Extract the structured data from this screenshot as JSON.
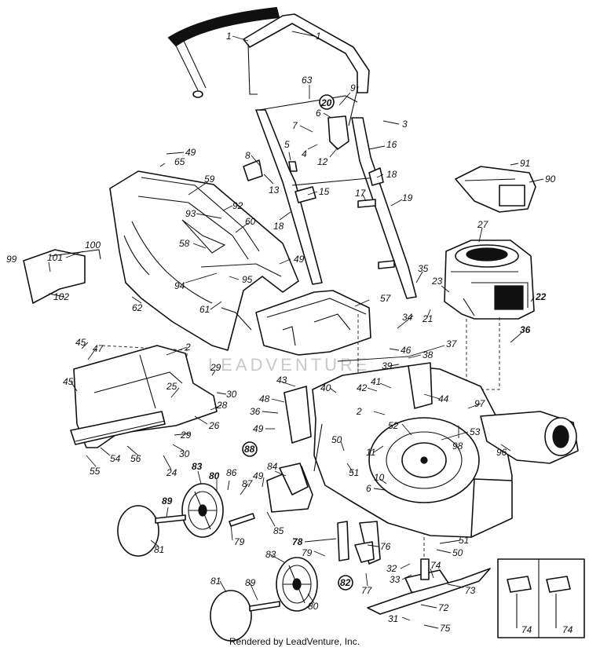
{
  "footer": {
    "text": "Rendered by LeadVenture, Inc."
  },
  "watermark": {
    "text": "LEADVENTURE"
  },
  "callouts": [
    {
      "id": "c-1a",
      "text": "1"
    },
    {
      "id": "c-1b",
      "text": "1"
    },
    {
      "id": "c-63",
      "text": "63"
    },
    {
      "id": "c-9",
      "text": "9"
    },
    {
      "id": "c-20",
      "text": "20"
    },
    {
      "id": "c-6a",
      "text": "6"
    },
    {
      "id": "c-3",
      "text": "3"
    },
    {
      "id": "c-7",
      "text": "7"
    },
    {
      "id": "c-4",
      "text": "4"
    },
    {
      "id": "c-12",
      "text": "12"
    },
    {
      "id": "c-16",
      "text": "16"
    },
    {
      "id": "c-49a",
      "text": "49"
    },
    {
      "id": "c-65",
      "text": "65"
    },
    {
      "id": "c-8",
      "text": "8"
    },
    {
      "id": "c-5",
      "text": "5"
    },
    {
      "id": "c-13",
      "text": "13"
    },
    {
      "id": "c-18a",
      "text": "18"
    },
    {
      "id": "c-91",
      "text": "91"
    },
    {
      "id": "c-90",
      "text": "90"
    },
    {
      "id": "c-59",
      "text": "59"
    },
    {
      "id": "c-15",
      "text": "15"
    },
    {
      "id": "c-17",
      "text": "17"
    },
    {
      "id": "c-19",
      "text": "19"
    },
    {
      "id": "c-92",
      "text": "92"
    },
    {
      "id": "c-93",
      "text": "93"
    },
    {
      "id": "c-18b",
      "text": "18"
    },
    {
      "id": "c-60",
      "text": "60"
    },
    {
      "id": "c-27",
      "text": "27"
    },
    {
      "id": "c-99",
      "text": "99"
    },
    {
      "id": "c-100",
      "text": "100"
    },
    {
      "id": "c-101",
      "text": "101"
    },
    {
      "id": "c-58",
      "text": "58"
    },
    {
      "id": "c-49b",
      "text": "49"
    },
    {
      "id": "c-94",
      "text": "94"
    },
    {
      "id": "c-95",
      "text": "95"
    },
    {
      "id": "c-102",
      "text": "102"
    },
    {
      "id": "c-35",
      "text": "35"
    },
    {
      "id": "c-23",
      "text": "23"
    },
    {
      "id": "c-22",
      "text": "22"
    },
    {
      "id": "c-62",
      "text": "62"
    },
    {
      "id": "c-61",
      "text": "61"
    },
    {
      "id": "c-57",
      "text": "57"
    },
    {
      "id": "c-21",
      "text": "21"
    },
    {
      "id": "c-34",
      "text": "34"
    },
    {
      "id": "c-36a",
      "text": "36"
    },
    {
      "id": "c-45a",
      "text": "45"
    },
    {
      "id": "c-47",
      "text": "47"
    },
    {
      "id": "c-2a",
      "text": "2"
    },
    {
      "id": "c-46",
      "text": "46"
    },
    {
      "id": "c-37",
      "text": "37"
    },
    {
      "id": "c-38",
      "text": "38"
    },
    {
      "id": "c-39",
      "text": "39"
    },
    {
      "id": "c-29a",
      "text": "29"
    },
    {
      "id": "c-30a",
      "text": "30"
    },
    {
      "id": "c-45b",
      "text": "45"
    },
    {
      "id": "c-25",
      "text": "25"
    },
    {
      "id": "c-43",
      "text": "43"
    },
    {
      "id": "c-40",
      "text": "40"
    },
    {
      "id": "c-42",
      "text": "42"
    },
    {
      "id": "c-41",
      "text": "41"
    },
    {
      "id": "c-44",
      "text": "44"
    },
    {
      "id": "c-48",
      "text": "48"
    },
    {
      "id": "c-28",
      "text": "28"
    },
    {
      "id": "c-97",
      "text": "97"
    },
    {
      "id": "c-36b",
      "text": "36"
    },
    {
      "id": "c-2b",
      "text": "2"
    },
    {
      "id": "c-26",
      "text": "26"
    },
    {
      "id": "c-49c",
      "text": "49"
    },
    {
      "id": "c-52",
      "text": "52"
    },
    {
      "id": "c-53",
      "text": "53"
    },
    {
      "id": "c-29b",
      "text": "29"
    },
    {
      "id": "c-50a",
      "text": "50"
    },
    {
      "id": "c-98",
      "text": "98"
    },
    {
      "id": "c-88",
      "text": "88"
    },
    {
      "id": "c-11",
      "text": "11"
    },
    {
      "id": "c-96",
      "text": "96"
    },
    {
      "id": "c-54",
      "text": "54"
    },
    {
      "id": "c-56",
      "text": "56"
    },
    {
      "id": "c-30b",
      "text": "30"
    },
    {
      "id": "c-55",
      "text": "55"
    },
    {
      "id": "c-24",
      "text": "24"
    },
    {
      "id": "c-83a",
      "text": "83"
    },
    {
      "id": "c-84",
      "text": "84"
    },
    {
      "id": "c-51a",
      "text": "51"
    },
    {
      "id": "c-49d",
      "text": "49"
    },
    {
      "id": "c-86",
      "text": "86"
    },
    {
      "id": "c-80a",
      "text": "80"
    },
    {
      "id": "c-87",
      "text": "87"
    },
    {
      "id": "c-10",
      "text": "10"
    },
    {
      "id": "c-6b",
      "text": "6"
    },
    {
      "id": "c-89a",
      "text": "89"
    },
    {
      "id": "c-85",
      "text": "85"
    },
    {
      "id": "c-79a",
      "text": "79"
    },
    {
      "id": "c-81a",
      "text": "81"
    },
    {
      "id": "c-78",
      "text": "78"
    },
    {
      "id": "c-76",
      "text": "76"
    },
    {
      "id": "c-51b",
      "text": "51"
    },
    {
      "id": "c-79b",
      "text": "79"
    },
    {
      "id": "c-50b",
      "text": "50"
    },
    {
      "id": "c-83b",
      "text": "83"
    },
    {
      "id": "c-32",
      "text": "32"
    },
    {
      "id": "c-74a",
      "text": "74"
    },
    {
      "id": "c-82",
      "text": "82"
    },
    {
      "id": "c-77",
      "text": "77"
    },
    {
      "id": "c-81b",
      "text": "81"
    },
    {
      "id": "c-89b",
      "text": "89"
    },
    {
      "id": "c-33",
      "text": "33"
    },
    {
      "id": "c-73",
      "text": "73"
    },
    {
      "id": "c-80b",
      "text": "80"
    },
    {
      "id": "c-72",
      "text": "72"
    },
    {
      "id": "c-31",
      "text": "31"
    },
    {
      "id": "c-75",
      "text": "75"
    },
    {
      "id": "c-74b",
      "text": "74"
    },
    {
      "id": "c-74c",
      "text": "74"
    }
  ]
}
